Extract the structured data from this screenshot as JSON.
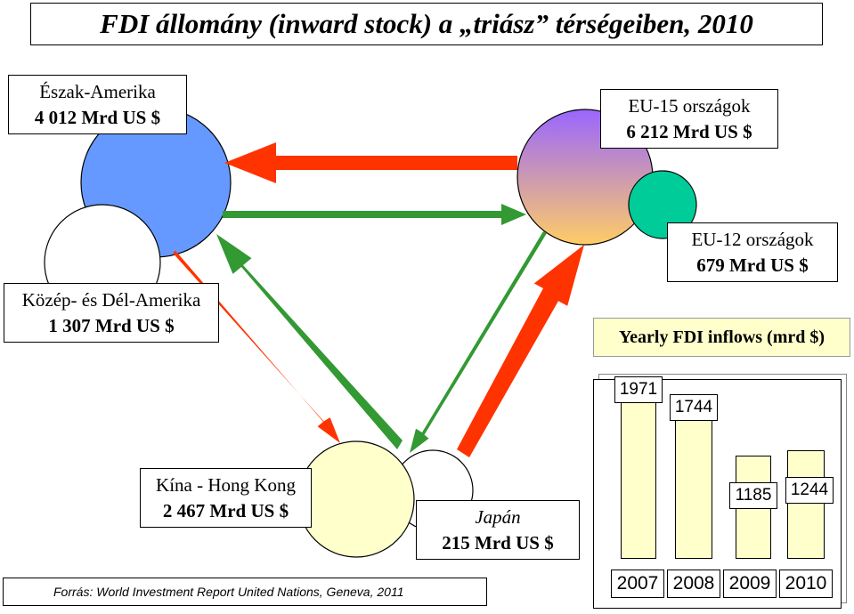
{
  "title": "FDI állomány (inward stock) a „triász” térségeiben, 2010",
  "regions": {
    "north_america": {
      "name": "Észak-Amerika",
      "value": "4 012 Mrd US $",
      "color": "#6699ff"
    },
    "latin_america": {
      "name": "Közép- és Dél-Amerika",
      "value": "1 307 Mrd US $",
      "color": "#ffffff"
    },
    "eu15": {
      "name": "EU-15 országok",
      "value": "6 212 Mrd US $",
      "color_top": "#9966ff",
      "color_bottom": "#ffcc66"
    },
    "eu12": {
      "name": "EU-12 országok",
      "value": "679 Mrd US $",
      "color": "#00cc99"
    },
    "china_hk": {
      "name": "Kína - Hong Kong",
      "value": "2 467 Mrd US $",
      "color": "#ffffcc"
    },
    "japan": {
      "name": "Japán",
      "value": "215 Mrd US $",
      "color": "#ffffff"
    }
  },
  "arrow_colors": {
    "red": "#ff3300",
    "green": "#339933"
  },
  "yearly_box": {
    "label": "Yearly FDI inflows (mrd $)"
  },
  "chart_data": {
    "type": "bar",
    "title": "Yearly FDI inflows (mrd $)",
    "categories": [
      "2007",
      "2008",
      "2009",
      "2010"
    ],
    "values": [
      1971,
      1744,
      1185,
      1244
    ],
    "value_labels": [
      "1971",
      "1744",
      "1185",
      "1244"
    ],
    "ylim": [
      0,
      2000
    ],
    "bar_color": "#ffffcc"
  },
  "source": "Forrás: World Investment Report United Nations, Geneva, 2011"
}
